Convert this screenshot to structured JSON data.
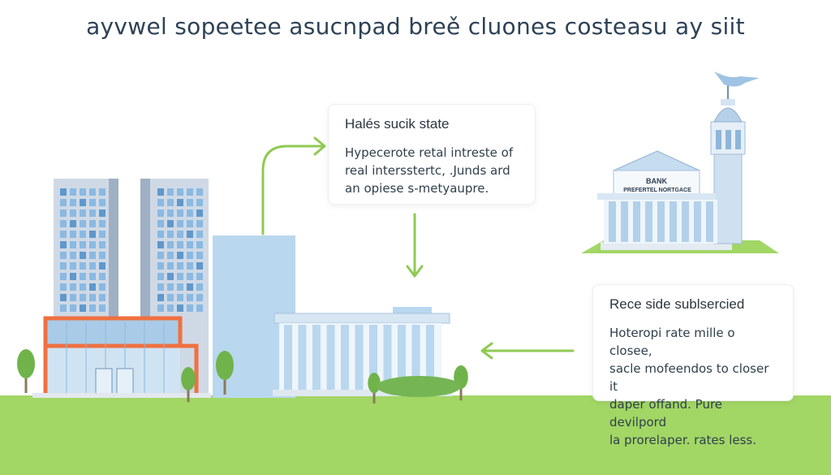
{
  "title": "ayvwel sopeetee asucnpad breě cluones costeasu ay siit",
  "card_top": {
    "heading": "Halés sucik state",
    "lines": [
      "Hypecerote retal intreste of",
      "real intersstertc, .Junds ard",
      "an opiese s-metyaupre."
    ]
  },
  "card_bottom": {
    "heading": "Rece side sublsercied",
    "lines": [
      "Hoteropi rate mille o closee,",
      "sacle mofeendos to closer it",
      "daper offand. Pure devilpord",
      "la prorelaper. rates less."
    ]
  },
  "bank_sign": {
    "line1": "BANK",
    "line2": "PREFERTEL NORTGACE"
  },
  "colors": {
    "grass": "#a2d665",
    "arrow": "#8fca52",
    "building_blue": "#b9d7ee",
    "tower_gray": "#c8d4e2",
    "window_blue": "#7fb0dc",
    "frame_orange": "#f07040",
    "title_text": "#2e4256"
  },
  "icons": [
    "office-tower-icon",
    "glass-storefront-icon",
    "columned-building-icon",
    "bank-building-icon",
    "weathervane-bird-icon",
    "tree-icon",
    "arrow-icon"
  ]
}
